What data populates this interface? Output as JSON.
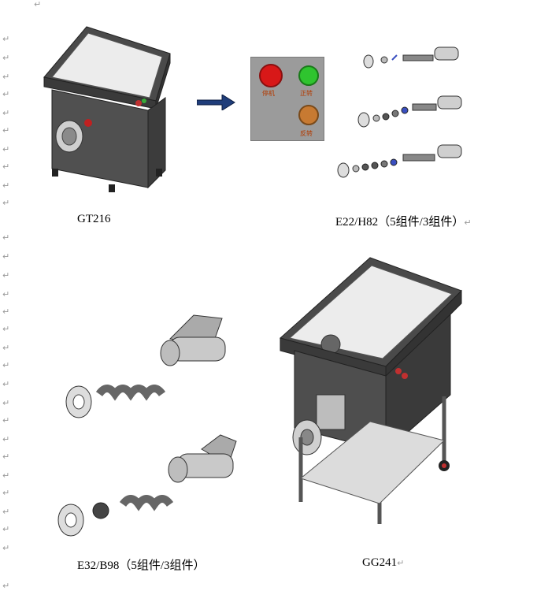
{
  "return_mark": "↵",
  "page_top_mark": "↵",
  "captions": {
    "gt216": "GT216",
    "e22_h82": "E22/H82（5组件/3组件）",
    "e32_b98": "E32/B98（5组件/3组件）",
    "gg241": "GG241"
  },
  "control_panel": {
    "buttons": [
      {
        "label": "停机",
        "color": "#e01e1e"
      },
      {
        "label": "正转",
        "color": "#2fc42f"
      },
      {
        "label": "反转",
        "color": "#c77a32"
      }
    ]
  }
}
